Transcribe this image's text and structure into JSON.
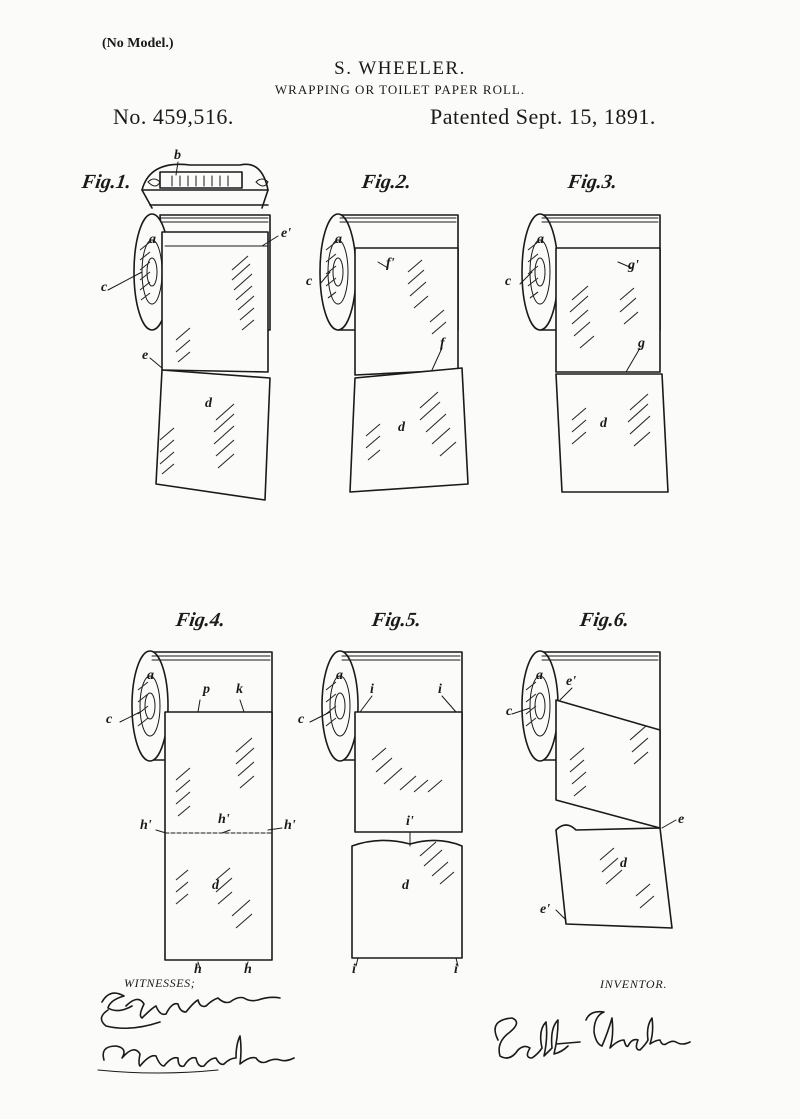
{
  "header": {
    "no_model": "(No Model.)",
    "inventor_name": "S. WHEELER.",
    "title": "WRAPPING OR TOILET PAPER ROLL.",
    "patent_number": "No. 459,516.",
    "patent_date": "Patented Sept. 15, 1891."
  },
  "figures": {
    "fig1": "Fig.1.",
    "fig2": "Fig.2.",
    "fig3": "Fig.3.",
    "fig4": "Fig.4.",
    "fig5": "Fig.5.",
    "fig6": "Fig.6."
  },
  "reference_letters": {
    "fig1": {
      "b": "b",
      "a": "a",
      "c": "c",
      "e_prime": "e'",
      "e": "e",
      "d": "d"
    },
    "fig2": {
      "a": "a",
      "c": "c",
      "f_prime": "f'",
      "f": "f",
      "d": "d"
    },
    "fig3": {
      "a": "a",
      "c": "c",
      "g_prime": "g'",
      "g": "g",
      "d": "d"
    },
    "fig4": {
      "a": "a",
      "c": "c",
      "p": "p",
      "k": "k",
      "h_prime_left": "h'",
      "h_prime_mid": "h'",
      "h_prime_right": "h'",
      "d": "d",
      "h_left": "h",
      "h_right": "h"
    },
    "fig5": {
      "a": "a",
      "c": "c",
      "i_left": "i",
      "i_right": "i",
      "i_prime": "i'",
      "d": "d",
      "i_bottom_left": "i",
      "i_bottom_right": "i"
    },
    "fig6": {
      "a": "a",
      "c": "c",
      "e_prime_top": "e'",
      "e": "e",
      "d": "d",
      "e_prime_bottom": "e'"
    }
  },
  "footer": {
    "witnesses_label": "WITNESSES;",
    "inventor_label": "INVENTOR."
  }
}
